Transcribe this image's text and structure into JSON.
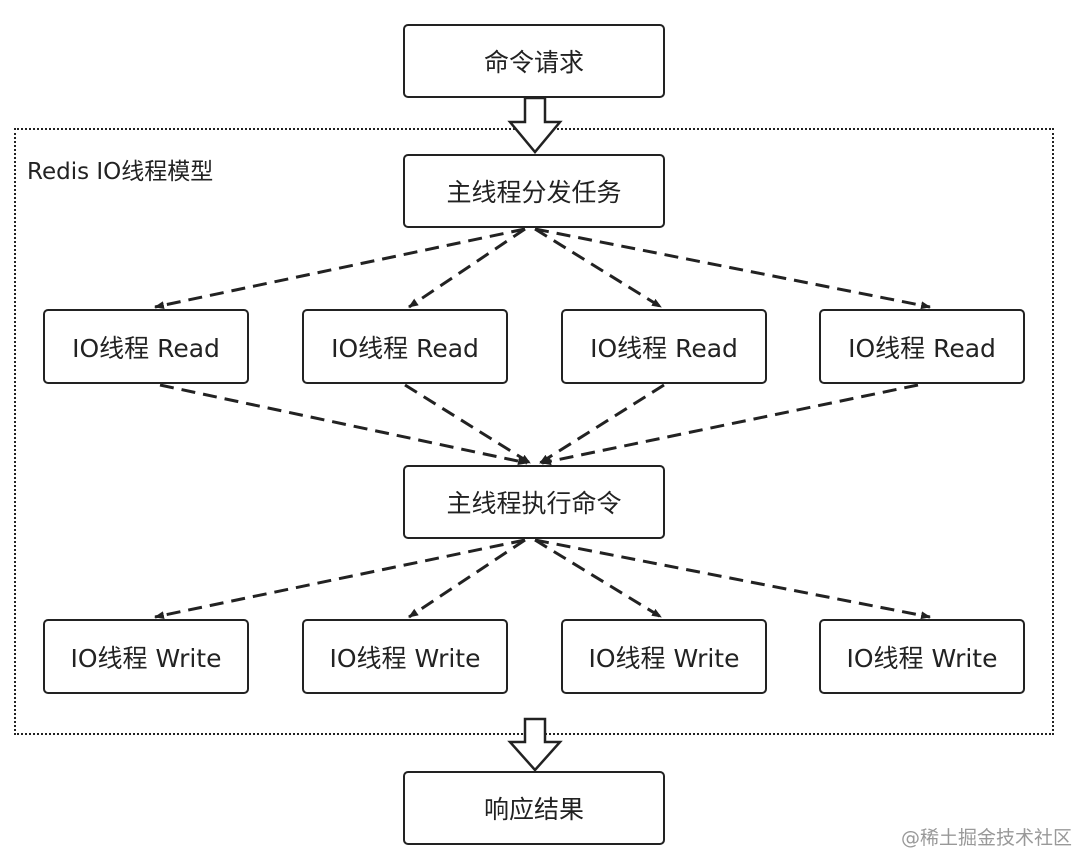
{
  "diagram": {
    "group_label": "Redis IO线程模型",
    "nodes": {
      "request": "命令请求",
      "dispatch": "主线程分发任务",
      "read_1": "IO线程 Read",
      "read_2": "IO线程 Read",
      "read_3": "IO线程 Read",
      "read_4": "IO线程 Read",
      "execute": "主线程执行命令",
      "write_1": "IO线程 Write",
      "write_2": "IO线程 Write",
      "write_3": "IO线程 Write",
      "write_4": "IO线程 Write",
      "response": "响应结果"
    },
    "edges": [
      {
        "from": "request",
        "to": "dispatch",
        "style": "hollow-arrow"
      },
      {
        "from": "dispatch",
        "to": "read_1",
        "style": "dashed"
      },
      {
        "from": "dispatch",
        "to": "read_2",
        "style": "dashed"
      },
      {
        "from": "dispatch",
        "to": "read_3",
        "style": "dashed"
      },
      {
        "from": "dispatch",
        "to": "read_4",
        "style": "dashed"
      },
      {
        "from": "read_1",
        "to": "execute",
        "style": "dashed"
      },
      {
        "from": "read_2",
        "to": "execute",
        "style": "dashed"
      },
      {
        "from": "read_3",
        "to": "execute",
        "style": "dashed"
      },
      {
        "from": "read_4",
        "to": "execute",
        "style": "dashed"
      },
      {
        "from": "execute",
        "to": "write_1",
        "style": "dashed"
      },
      {
        "from": "execute",
        "to": "write_2",
        "style": "dashed"
      },
      {
        "from": "execute",
        "to": "write_3",
        "style": "dashed"
      },
      {
        "from": "execute",
        "to": "write_4",
        "style": "dashed"
      },
      {
        "from": "group",
        "to": "response",
        "style": "hollow-arrow"
      }
    ]
  },
  "watermark": "@稀土掘金技术社区",
  "colors": {
    "stroke": "#222222",
    "background": "#ffffff",
    "watermark": "#999999"
  }
}
